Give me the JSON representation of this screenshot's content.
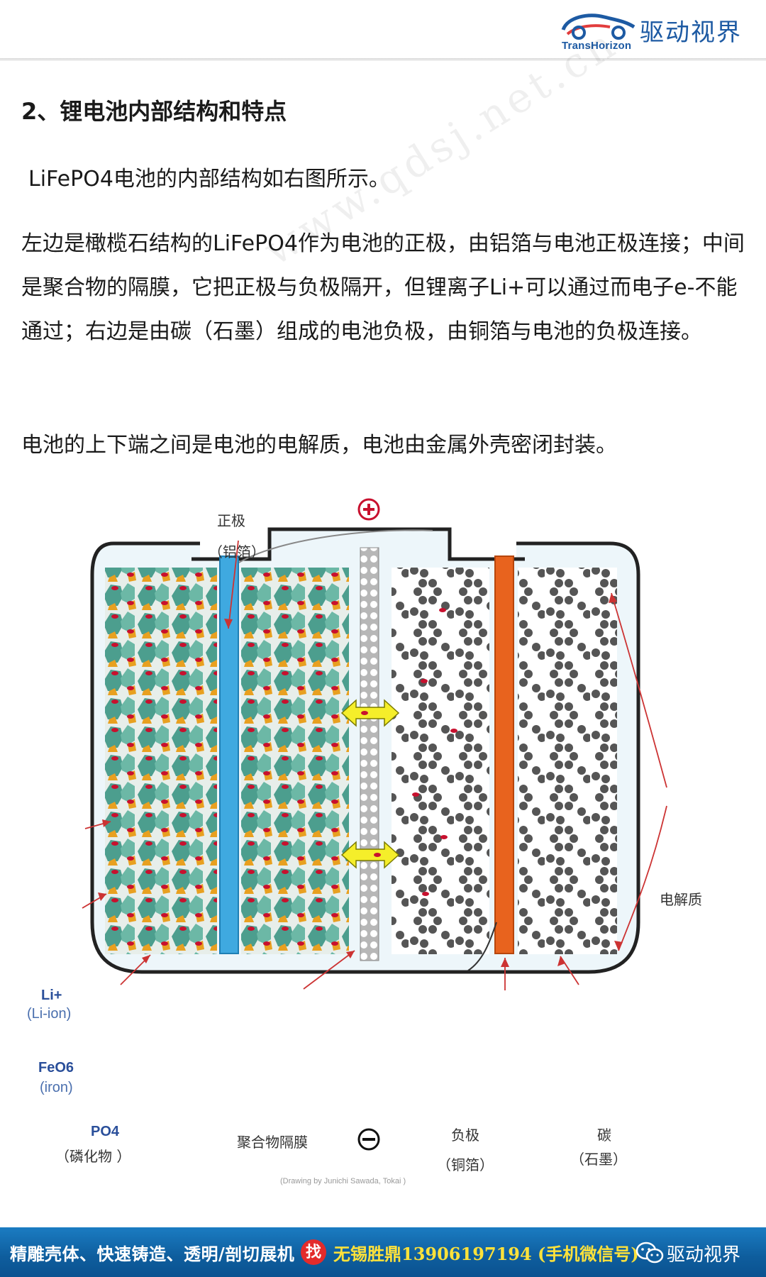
{
  "header": {
    "brand_name": "驱动视界",
    "brand_sub": "TransHorizon"
  },
  "watermark": "www.qdsj.net.cn",
  "section": {
    "title": "2、锂电池内部结构和特点",
    "paragraphs": [
      "LiFePO4电池的内部结构如右图所示。",
      "左边是橄榄石结构的LiFePO4作为电池的正极，由铝箔与电池正极连接；中间是聚合物的隔膜，它把正极与负极隔开，但锂离子Li+可以通过而电子e-不能通过；右边是由碳（石墨）组成的电池负极，由铜箔与电池的负极连接。",
      "电池的上下端之间是电池的电解质，电池由金属外壳密闭封装。"
    ]
  },
  "diagram": {
    "labels": {
      "positive": "正极",
      "positive_sub": "（铝箔）",
      "electrolyte": "电解质",
      "li_ion": "Li+",
      "li_ion_sub": "(Li-ion)",
      "feo6": "FeO6",
      "feo6_sub": "(iron)",
      "po4": "PO4",
      "po4_sub": "（磷化物  ）",
      "separator": "聚合物隔膜",
      "negative": "负极",
      "negative_sub": "（铜箔）",
      "carbon": "碳",
      "carbon_sub": "（石墨）"
    },
    "credit": "(Drawing by Junichi Sawada, Tokai )",
    "colors": {
      "cathode_foil": "#3fa9e0",
      "anode_foil": "#e8631e",
      "crystal": "#4c9e8e",
      "lithium": "#c8102e",
      "carbon": "#555555",
      "arrow": "#f5ee2a"
    }
  },
  "footer": {
    "left_text": "精雕壳体、快速铸造、透明/剖切展机",
    "badge": "找",
    "mid_text": "无锡胜鼎13906197194 (手机微信号)",
    "right_text": "驱动视界"
  }
}
